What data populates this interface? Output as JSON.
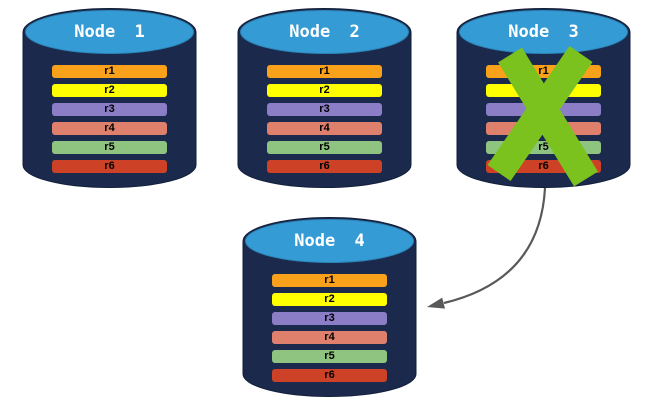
{
  "nodes": [
    {
      "title": "Node 1",
      "crossed_out": false,
      "replicas": [
        {
          "label": "r1",
          "color": "#F9A11B"
        },
        {
          "label": "r2",
          "color": "#FFFF00"
        },
        {
          "label": "r3",
          "color": "#8C7EC6"
        },
        {
          "label": "r4",
          "color": "#DF806C"
        },
        {
          "label": "r5",
          "color": "#8EC47F"
        },
        {
          "label": "r6",
          "color": "#CD4227"
        }
      ]
    },
    {
      "title": "Node 2",
      "crossed_out": false,
      "replicas": [
        {
          "label": "r1",
          "color": "#F9A11B"
        },
        {
          "label": "r2",
          "color": "#FFFF00"
        },
        {
          "label": "r3",
          "color": "#8C7EC6"
        },
        {
          "label": "r4",
          "color": "#DF806C"
        },
        {
          "label": "r5",
          "color": "#8EC47F"
        },
        {
          "label": "r6",
          "color": "#CD4227"
        }
      ]
    },
    {
      "title": "Node 3",
      "crossed_out": true,
      "replicas": [
        {
          "label": "r1",
          "color": "#F9A11B"
        },
        {
          "label": "r2",
          "color": "#FFFF00"
        },
        {
          "label": "r3",
          "color": "#8C7EC6"
        },
        {
          "label": "r4",
          "color": "#DF806C"
        },
        {
          "label": "r5",
          "color": "#8EC47F"
        },
        {
          "label": "r6",
          "color": "#CD4227"
        }
      ]
    },
    {
      "title": "Node 4",
      "crossed_out": false,
      "replicas": [
        {
          "label": "r1",
          "color": "#F9A11B"
        },
        {
          "label": "r2",
          "color": "#FFFF00"
        },
        {
          "label": "r3",
          "color": "#8C7EC6"
        },
        {
          "label": "r4",
          "color": "#DF806C"
        },
        {
          "label": "r5",
          "color": "#8EC47F"
        },
        {
          "label": "r6",
          "color": "#CD4227"
        }
      ]
    }
  ],
  "annotations": {
    "failure_cross": {
      "on_node": "Node 3",
      "color": "#7CC21E"
    },
    "recovery_arrow": {
      "from": "Node 3",
      "to": "Node 4",
      "color": "#595959"
    }
  },
  "palette": {
    "cylinder_body": "#1B2A4C",
    "cylinder_top": "#359BD4",
    "title_text": "#FFFFFF",
    "background": "#FFFFFF"
  }
}
